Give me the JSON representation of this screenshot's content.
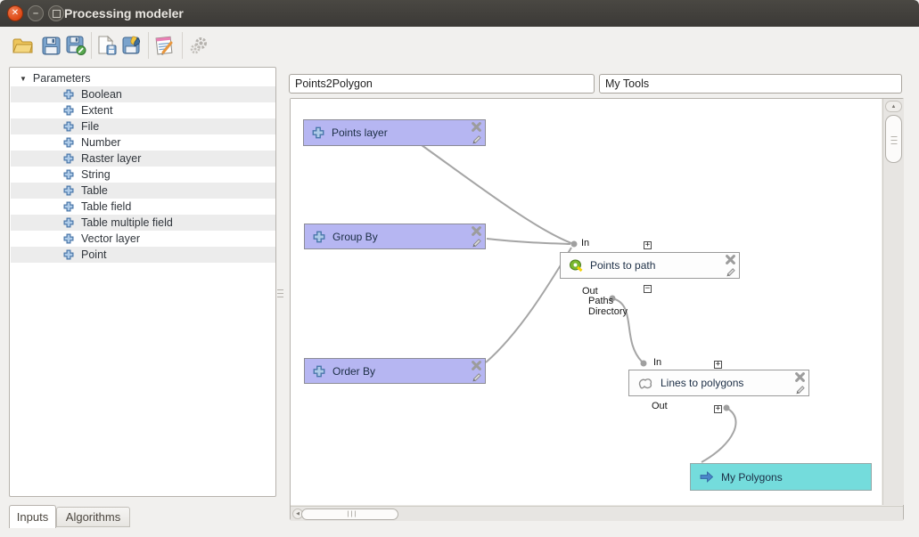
{
  "window": {
    "title": "Processing modeler"
  },
  "titlebar": {
    "close": "✕",
    "minimize": "–"
  },
  "toolbar": {
    "buttons": [
      {
        "label": "Open model",
        "icon": "folder-open-icon"
      },
      {
        "label": "Save",
        "icon": "save-icon"
      },
      {
        "label": "Save as",
        "icon": "save-as-icon"
      },
      {
        "label": "Export as image",
        "icon": "export-image-icon"
      },
      {
        "label": "Export as Python script",
        "icon": "export-python-icon"
      },
      {
        "label": "Edit model help",
        "icon": "edit-help-icon"
      },
      {
        "label": "Run model",
        "icon": "run-gears-icon",
        "disabled": true
      }
    ]
  },
  "sidebar": {
    "root_label": "Parameters",
    "items": [
      "Boolean",
      "Extent",
      "File",
      "Number",
      "Raster layer",
      "String",
      "Table",
      "Table field",
      "Table multiple field",
      "Vector layer",
      "Point"
    ],
    "tabs": [
      {
        "label": "Inputs",
        "active": true
      },
      {
        "label": "Algorithms",
        "active": false
      }
    ]
  },
  "model": {
    "name": "Points2Polygon",
    "group": "My Tools"
  },
  "canvas": {
    "inputs": [
      {
        "label": "Points layer"
      },
      {
        "label": "Group By"
      },
      {
        "label": "Order By"
      }
    ],
    "algorithms": [
      {
        "label": "Points to path",
        "in_label": "In",
        "out_label": "Out",
        "outputs": [
          "Paths",
          "Directory"
        ]
      },
      {
        "label": "Lines to polygons",
        "in_label": "In",
        "out_label": "Out"
      }
    ],
    "outputs": [
      {
        "label": "My Polygons"
      }
    ],
    "expanders": {
      "ptp_in": "+",
      "ptp_out": "−",
      "ltp_in": "+",
      "ltp_out": "+"
    }
  },
  "icons": {
    "scroll_up": "▲",
    "scroll_left": "◀",
    "tree_collapse": "▼"
  },
  "colors": {
    "input_node": "#b6b6f2",
    "output_node": "#74dcdc",
    "titlebar": "#3b3936",
    "close_button": "#dd4814",
    "connector": "#a5a5a5"
  }
}
